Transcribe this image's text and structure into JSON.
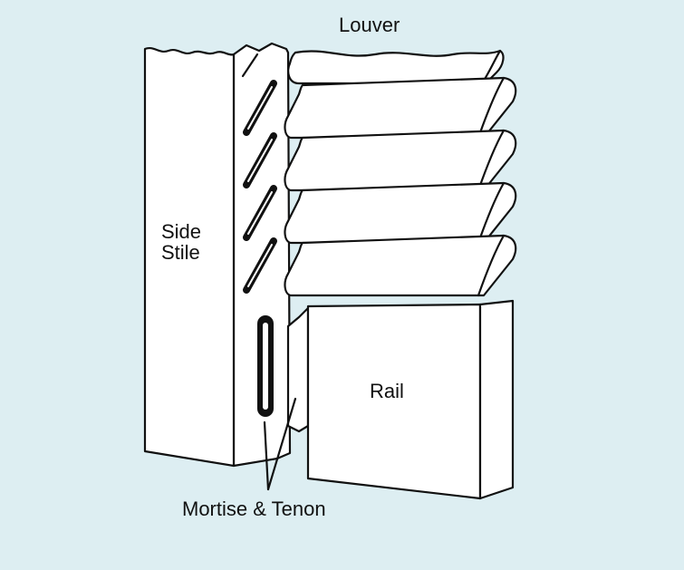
{
  "labels": {
    "louver": "Louver",
    "side_stile_line1": "Side",
    "side_stile_line2": "Stile",
    "rail": "Rail",
    "mortise_tenon": "Mortise & Tenon"
  },
  "colors": {
    "background": "#ddeef2",
    "fill": "#ffffff",
    "stroke": "#111111"
  },
  "louver_count": 5,
  "louver_slot_count": 5
}
